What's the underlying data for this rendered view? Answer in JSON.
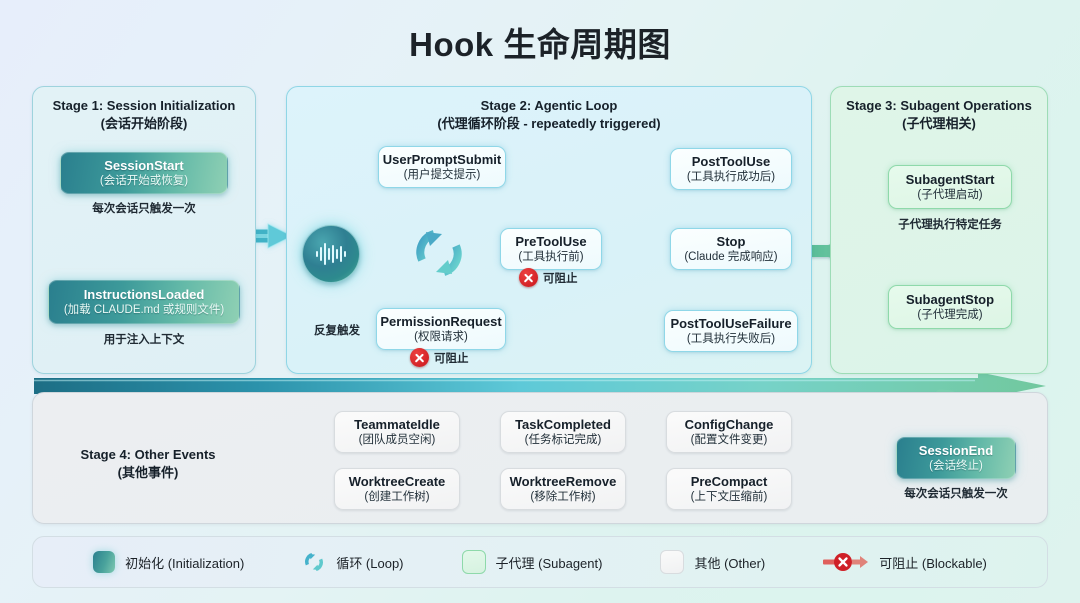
{
  "title": "Hook 生命周期图",
  "stages": {
    "stage1": {
      "heading_en": "Stage 1: Session Initialization",
      "heading_cn": "(会话开始阶段)",
      "nodes": [
        {
          "en": "SessionStart",
          "cn": "(会话开始或恢复)"
        },
        {
          "en": "InstructionsLoaded",
          "cn": "(加载 CLAUDE.md 或规则文件)"
        }
      ],
      "caption_mid": "每次会话只触发一次",
      "caption_bottom": "用于注入上下文"
    },
    "stage2": {
      "heading_en": "Stage 2: Agentic Loop",
      "heading_cn": "(代理循环阶段 - repeatedly triggered)",
      "loop_label": "反复触发",
      "blockable_label": "可阻止",
      "hub_icon": "waveform-icon",
      "loop_icon": "loop-refresh-icon",
      "nodes": [
        {
          "en": "UserPromptSubmit",
          "cn": "(用户提交提示)",
          "blockable": false
        },
        {
          "en": "PreToolUse",
          "cn": "(工具执行前)",
          "blockable": true
        },
        {
          "en": "PermissionRequest",
          "cn": "(权限请求)",
          "blockable": true
        },
        {
          "en": "PostToolUse",
          "cn": "(工具执行成功后)",
          "blockable": false
        },
        {
          "en": "Stop",
          "cn": "(Claude 完成响应)",
          "blockable": false
        },
        {
          "en": "PostToolUseFailure",
          "cn": "(工具执行失败后)",
          "blockable": false
        }
      ]
    },
    "stage3": {
      "heading_en": "Stage 3: Subagent Operations",
      "heading_cn": "(子代理相关)",
      "nodes": [
        {
          "en": "SubagentStart",
          "cn": "(子代理启动)"
        },
        {
          "en": "SubagentStop",
          "cn": "(子代理完成)"
        }
      ],
      "caption_mid": "子代理执行特定任务"
    },
    "stage4": {
      "heading_en": "Stage 4: Other Events",
      "heading_cn": "(其他事件)",
      "nodes": [
        {
          "en": "TeammateIdle",
          "cn": "(团队成员空闲)"
        },
        {
          "en": "WorktreeCreate",
          "cn": "(创建工作树)"
        },
        {
          "en": "TaskCompleted",
          "cn": "(任务标记完成)"
        },
        {
          "en": "WorktreeRemove",
          "cn": "(移除工作树)"
        },
        {
          "en": "ConfigChange",
          "cn": "(配置文件变更)"
        },
        {
          "en": "PreCompact",
          "cn": "(上下文压缩前)"
        }
      ],
      "session_end": {
        "en": "SessionEnd",
        "cn": "(会话终止)"
      },
      "session_end_caption": "每次会话只触发一次"
    }
  },
  "legend": [
    {
      "swatch": "init-swatch",
      "label": "初始化 (Initialization)"
    },
    {
      "swatch": "loop-icon",
      "label": "循环 (Loop)"
    },
    {
      "swatch": "subagent-swatch",
      "label": "子代理 (Subagent)"
    },
    {
      "swatch": "other-swatch",
      "label": "其他 (Other)"
    },
    {
      "swatch": "blockable-icon",
      "label": "可阻止 (Blockable)"
    }
  ],
  "colors": {
    "init_dark": "#2a7f8e",
    "init_light": "#8fd0b4",
    "loop_border": "#8fd7e8",
    "subagent_border": "#8ed9aa",
    "other_border": "#d8dcdf",
    "blockable_red": "#c9161b",
    "arrow_teal": "#4fbcd0",
    "arrow_gray": "#c9ced3"
  }
}
